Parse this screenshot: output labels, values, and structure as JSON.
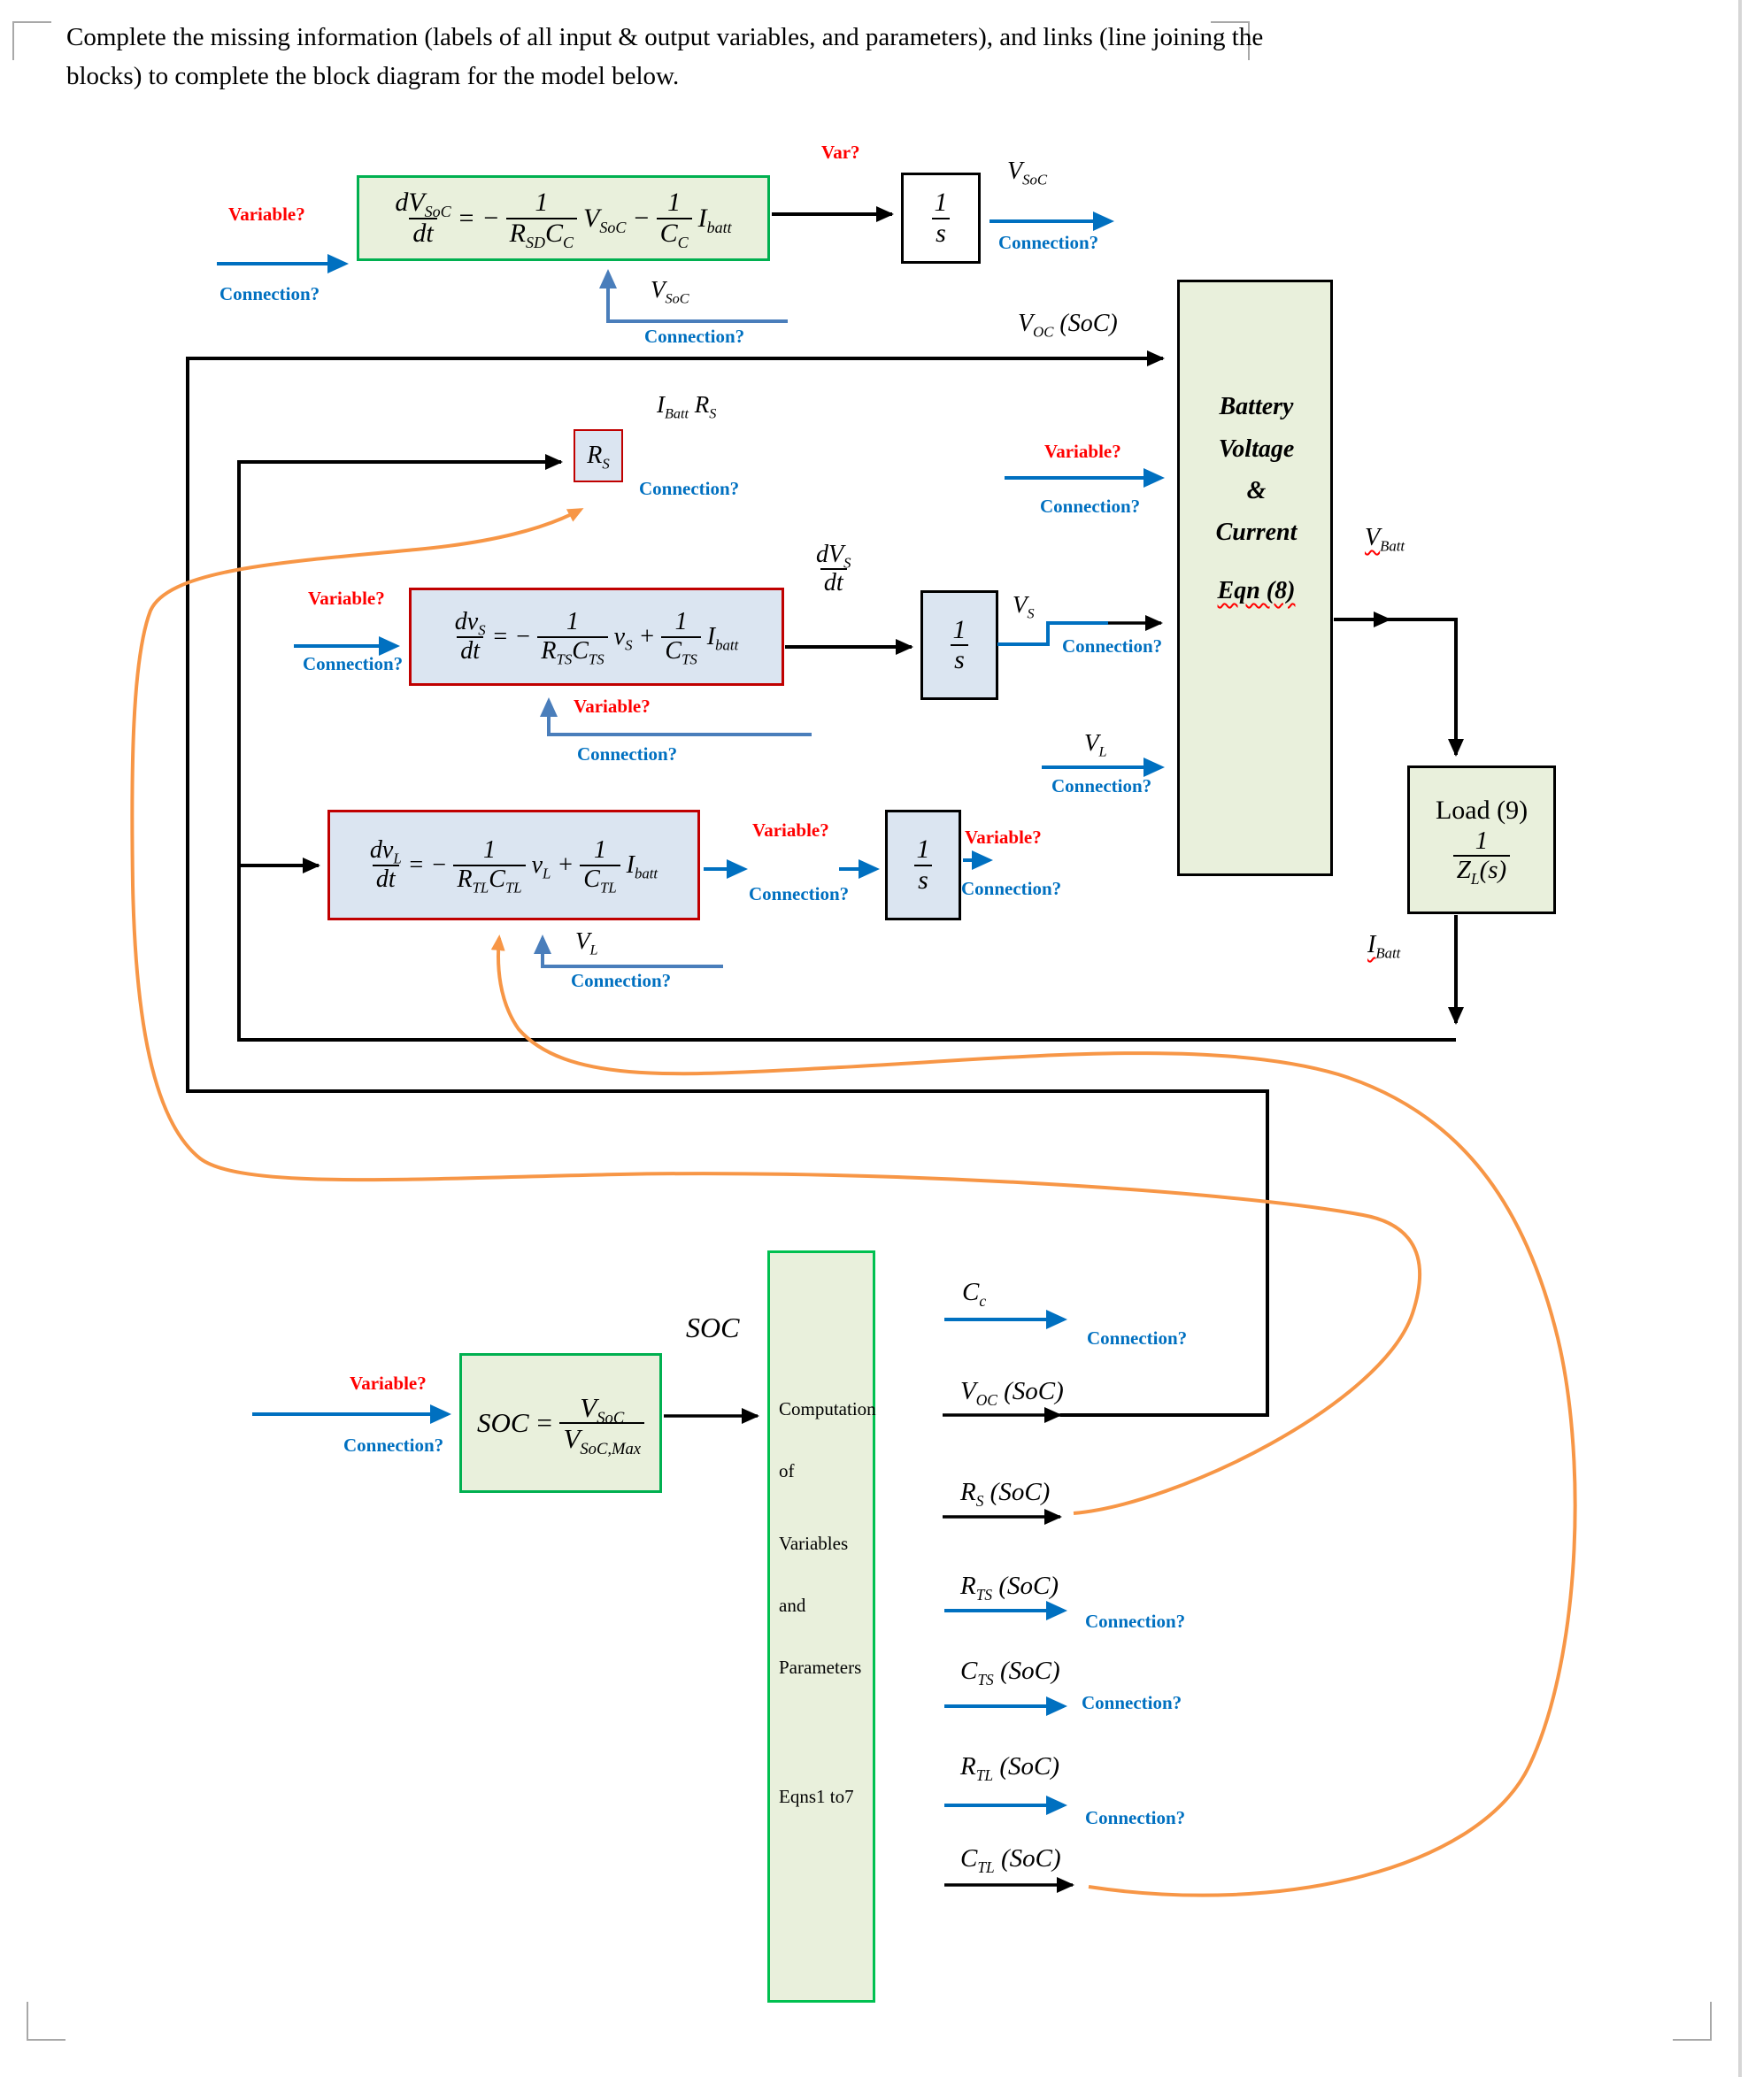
{
  "page": {
    "title_line1": "Complete the missing information (labels of all input & output variables, and parameters), and links (line joining the",
    "title_line2": "blocks) to complete the block diagram for the model below."
  },
  "common": {
    "variable_q": "Variable?",
    "connection_q": "Connection?",
    "var_q": "Var?"
  },
  "integrator": {
    "num": "1",
    "den": "s"
  },
  "eq1": {
    "num": {
      "m": "dV",
      "s": "SoC"
    },
    "den": "dt",
    "equals": "= −",
    "f1_num": "1",
    "f1_den_a": {
      "m": "R",
      "s": "SD"
    },
    "f1_den_b": {
      "m": "C",
      "s": "C"
    },
    "mid": {
      "m": "V",
      "s": "SoC"
    },
    "op": "−",
    "f2_num": "1",
    "f2_den": {
      "m": "C",
      "s": "C"
    },
    "tail": {
      "m": "I",
      "s": "batt"
    }
  },
  "eq2": {
    "num": {
      "m": "dv",
      "s": "S"
    },
    "den": "dt",
    "equals": "= −",
    "f1_num": "1",
    "f1_den_a": {
      "m": "R",
      "s": "TS"
    },
    "f1_den_b": {
      "m": "C",
      "s": "TS"
    },
    "mid": {
      "m": "v",
      "s": "S"
    },
    "op": "+",
    "f2_num": "1",
    "f2_den": {
      "m": "C",
      "s": "TS"
    },
    "tail": {
      "m": "I",
      "s": "batt"
    }
  },
  "eq3": {
    "num": {
      "m": "dv",
      "s": "L"
    },
    "den": "dt",
    "equals": "= −",
    "f1_num": "1",
    "f1_den_a": {
      "m": "R",
      "s": "TL"
    },
    "f1_den_b": {
      "m": "C",
      "s": "TL"
    },
    "mid": {
      "m": "v",
      "s": "L"
    },
    "op": "+",
    "f2_num": "1",
    "f2_den": {
      "m": "C",
      "s": "TL"
    },
    "tail": {
      "m": "I",
      "s": "batt"
    }
  },
  "soc_block": {
    "lhs": "SOC",
    "equals": "=",
    "num": {
      "m": "V",
      "s": "SoC"
    },
    "den": {
      "m": "V",
      "s": "SoC,Max"
    }
  },
  "labels": {
    "vsoc_out": {
      "m": "V",
      "s": "SoC"
    },
    "vsoc_fb": {
      "m": "V",
      "s": "SoC"
    },
    "voc_top": {
      "m": "V",
      "s": "OC",
      "r": " (SoC)"
    },
    "ibatt_rs_i": {
      "m": "I",
      "s": "Batt"
    },
    "ibatt_rs_r": {
      "m": "R",
      "s": "S"
    },
    "rs_box": {
      "m": "R",
      "s": "S"
    },
    "dvs_num": {
      "m": "dV",
      "s": "S"
    },
    "dvs_den": "dt",
    "vs_out": {
      "m": "V",
      "s": "S"
    },
    "vl_in": {
      "m": "V",
      "s": "L"
    },
    "vl_fb": {
      "m": "V",
      "s": "L"
    },
    "vbatt": {
      "m": "V",
      "s": "Batt"
    },
    "ibatt_out": {
      "m": "I",
      "s": "Batt"
    },
    "soc_out": "SOC"
  },
  "battery": {
    "l1": "Battery",
    "l2": "Voltage",
    "l3": "&",
    "l4": "Current",
    "eqn": "Eqn (8)"
  },
  "load": {
    "title": "Load (9)",
    "num": "1",
    "den": {
      "m": "Z",
      "s": "L",
      "r": "(s)"
    }
  },
  "comp": {
    "l1": "Computation",
    "l2": "of",
    "l3": "Variables",
    "l4": "and",
    "l5": "Parameters",
    "l6": "Eqns1 to7"
  },
  "params": {
    "cc": {
      "m": "C",
      "s": "c"
    },
    "voc": {
      "m": "V",
      "s": "OC",
      "r": " (SoC)"
    },
    "rs": {
      "m": "R",
      "s": "S",
      "r": " (SoC)"
    },
    "rts": {
      "m": "R",
      "s": "TS",
      "r": " (SoC)"
    },
    "cts": {
      "m": "C",
      "s": "TS",
      "r": " (SoC)"
    },
    "rtl": {
      "m": "R",
      "s": "TL",
      "r": " (SoC)"
    },
    "ctl": {
      "m": "C",
      "s": "TL",
      "r": " (SoC)"
    }
  },
  "colors": {
    "accent_blue": "#0070c0",
    "elbow_blue": "#4a7ebb",
    "accent_red": "#ff0000",
    "accent_orange": "#f79646",
    "green_fill": "#e9f0dc",
    "green_border": "#00b050",
    "blue_fill": "#dbe5f1",
    "red_border": "#c00000"
  }
}
